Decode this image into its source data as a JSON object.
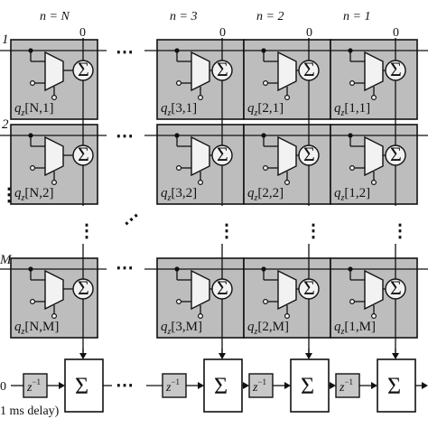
{
  "headers": [
    "n = N",
    "n = 3",
    "n = 2",
    "n = 1"
  ],
  "zero_label": "0",
  "sum_symbol": "Σ",
  "row_partial_labels": [
    "1",
    "2",
    "M"
  ],
  "row_dots_ellipsis": "⋯",
  "vertical_dots": "⋮",
  "cells": [
    [
      "q_z[N,1]",
      "q_z[3,1]",
      "q_z[2,1]",
      "q_z[1,1]"
    ],
    [
      "q_z[N,2]",
      "q_z[3,2]",
      "q_z[2,2]",
      "q_z[1,2]"
    ],
    [
      "q_z[N,M]",
      "q_z[3,M]",
      "q_z[2,M]",
      "q_z[1,M]"
    ]
  ],
  "cell_labels": [
    [
      {
        "base": "q",
        "sub": "z",
        "idx": "[N,1]"
      },
      {
        "base": "q",
        "sub": "z",
        "idx": "[3,1]"
      },
      {
        "base": "q",
        "sub": "z",
        "idx": "[2,1]"
      },
      {
        "base": "q",
        "sub": "z",
        "idx": "[1,1]"
      }
    ],
    [
      {
        "base": "q",
        "sub": "z",
        "idx": "[N,2]"
      },
      {
        "base": "q",
        "sub": "z",
        "idx": "[3,2]"
      },
      {
        "base": "q",
        "sub": "z",
        "idx": "[2,2]"
      },
      {
        "base": "q",
        "sub": "z",
        "idx": "[1,2]"
      }
    ],
    [
      {
        "base": "q",
        "sub": "z",
        "idx": "[N,M]"
      },
      {
        "base": "q",
        "sub": "z",
        "idx": "[3,M]"
      },
      {
        "base": "q",
        "sub": "z",
        "idx": "[2,M]"
      },
      {
        "base": "q",
        "sub": "z",
        "idx": "[1,M]"
      }
    ]
  ],
  "delay_block_label": "z",
  "delay_block_exp": "−1",
  "bottom_input_zero": "0",
  "delay_note": "1 ms delay)"
}
